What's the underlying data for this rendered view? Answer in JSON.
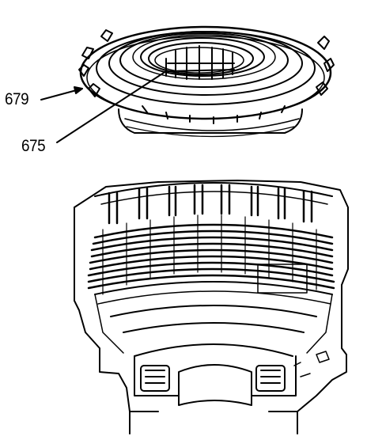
{
  "figure": {
    "callouts": [
      {
        "id": "679",
        "text": "679"
      },
      {
        "id": "675",
        "text": "675"
      }
    ],
    "ink_color": "#000000",
    "background_color": "#ffffff"
  }
}
